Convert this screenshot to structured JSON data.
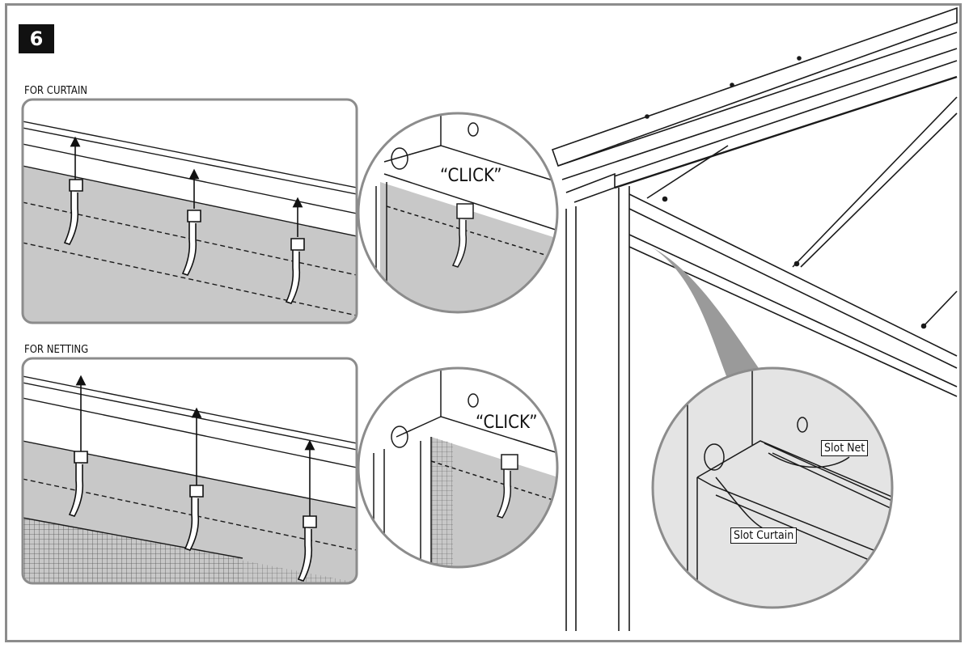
{
  "step": {
    "number": "6"
  },
  "labels": {
    "curtain": "FOR CURTAIN",
    "netting": "FOR NETTING"
  },
  "click_text": {
    "curtain": "“CLICK”",
    "netting": "“CLICK”"
  },
  "callouts": {
    "slot_net": "Slot Net",
    "slot_curtain": "Slot Curtain"
  },
  "colors": {
    "fabric": "#c8c8c8",
    "fabric_light": "#dcdcdc",
    "panel_border": "#8c8c8c",
    "line": "#1a1a1a",
    "detail_bg": "#e4e4e4"
  }
}
